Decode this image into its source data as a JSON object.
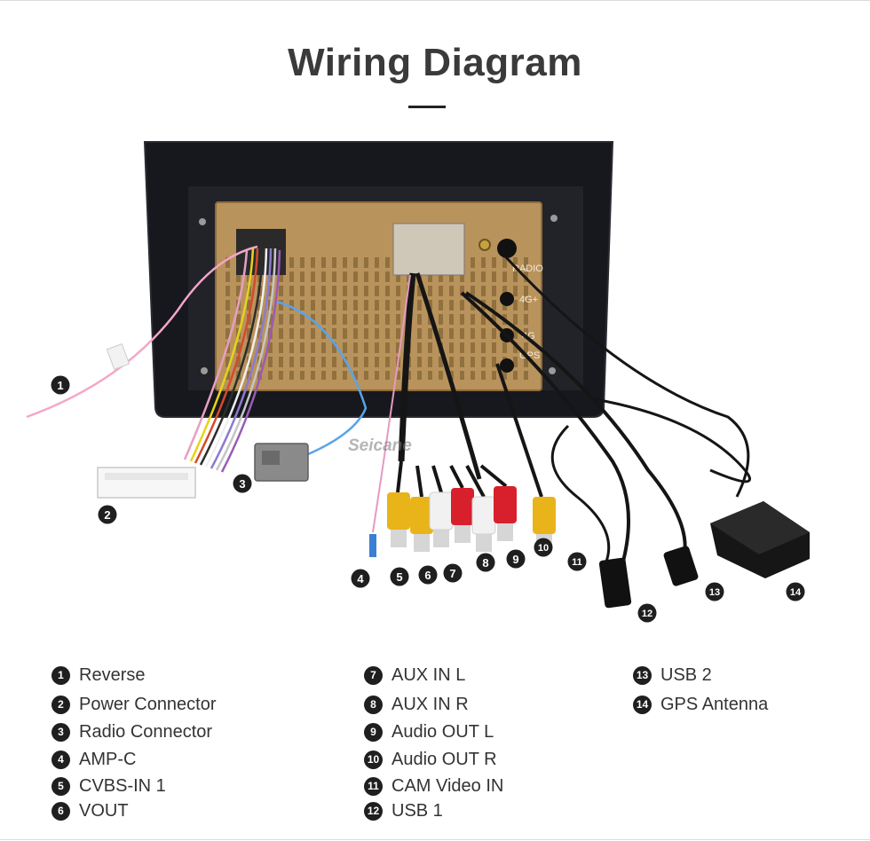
{
  "title": "Wiring Diagram",
  "watermark": "Seicane",
  "unit_labels": {
    "radio": "RADIO",
    "four_g_plus": "4G+",
    "four_g": "4G",
    "gps": "GPS"
  },
  "callouts": [
    "1",
    "2",
    "3",
    "4",
    "5",
    "6",
    "7",
    "8",
    "9",
    "10",
    "11",
    "12",
    "13",
    "14"
  ],
  "legend": [
    {
      "num": "1",
      "label": "Reverse"
    },
    {
      "num": "2",
      "label": "Power Connector"
    },
    {
      "num": "3",
      "label": "Radio Connector"
    },
    {
      "num": "4",
      "label": "AMP-C"
    },
    {
      "num": "5",
      "label": "CVBS-IN 1"
    },
    {
      "num": "6",
      "label": "VOUT"
    },
    {
      "num": "7",
      "label": "AUX IN L"
    },
    {
      "num": "8",
      "label": "AUX IN R"
    },
    {
      "num": "9",
      "label": "Audio OUT L"
    },
    {
      "num": "10",
      "label": "Audio OUT R"
    },
    {
      "num": "11",
      "label": "CAM Video IN"
    },
    {
      "num": "12",
      "label": "USB 1"
    },
    {
      "num": "13",
      "label": "USB 2"
    },
    {
      "num": "14",
      "label": "GPS Antenna"
    }
  ],
  "colors": {
    "frame": "#17181d",
    "panel": "#b9935c",
    "rca_yellow": "#e9b41a",
    "rca_red": "#d8202c",
    "rca_white": "#f1f1f1",
    "cable_black": "#151515",
    "callout_dark": "#1f1f1f"
  }
}
